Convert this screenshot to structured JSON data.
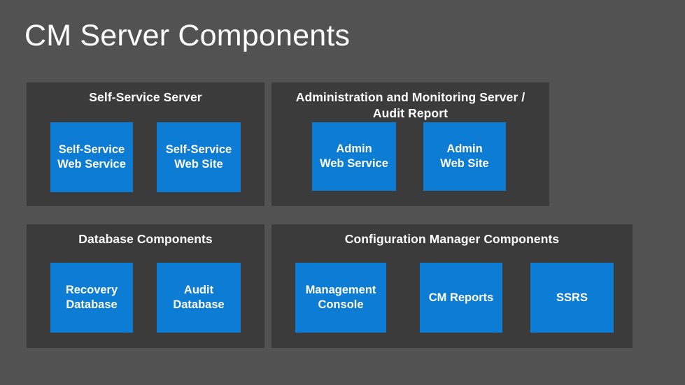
{
  "slide": {
    "title": "CM Server Components",
    "background_color": "#525252",
    "panel_color": "#3b3b3b",
    "accent_color": "#0c7cd5",
    "text_color": "#ffffff"
  },
  "panels": [
    {
      "id": "self-service-server",
      "title": "Self-Service Server",
      "boxes": [
        {
          "id": "self-service-web-service",
          "label": "Self-Service\nWeb Service"
        },
        {
          "id": "self-service-web-site",
          "label": "Self-Service\nWeb Site"
        }
      ]
    },
    {
      "id": "admin-monitor",
      "title": "Administration and Monitoring Server /\nAudit Report",
      "boxes": [
        {
          "id": "admin-web-service",
          "label": "Admin\nWeb Service"
        },
        {
          "id": "admin-web-site",
          "label": "Admin\nWeb Site"
        }
      ]
    },
    {
      "id": "database-components",
      "title": "Database Components",
      "boxes": [
        {
          "id": "recovery-database",
          "label": "Recovery\nDatabase"
        },
        {
          "id": "audit-database",
          "label": "Audit\nDatabase"
        }
      ]
    },
    {
      "id": "cm-components",
      "title": "Configuration Manager Components",
      "boxes": [
        {
          "id": "management-console",
          "label": "Management\nConsole"
        },
        {
          "id": "cm-reports",
          "label": "CM Reports"
        },
        {
          "id": "ssrs",
          "label": "SSRS"
        }
      ]
    }
  ]
}
